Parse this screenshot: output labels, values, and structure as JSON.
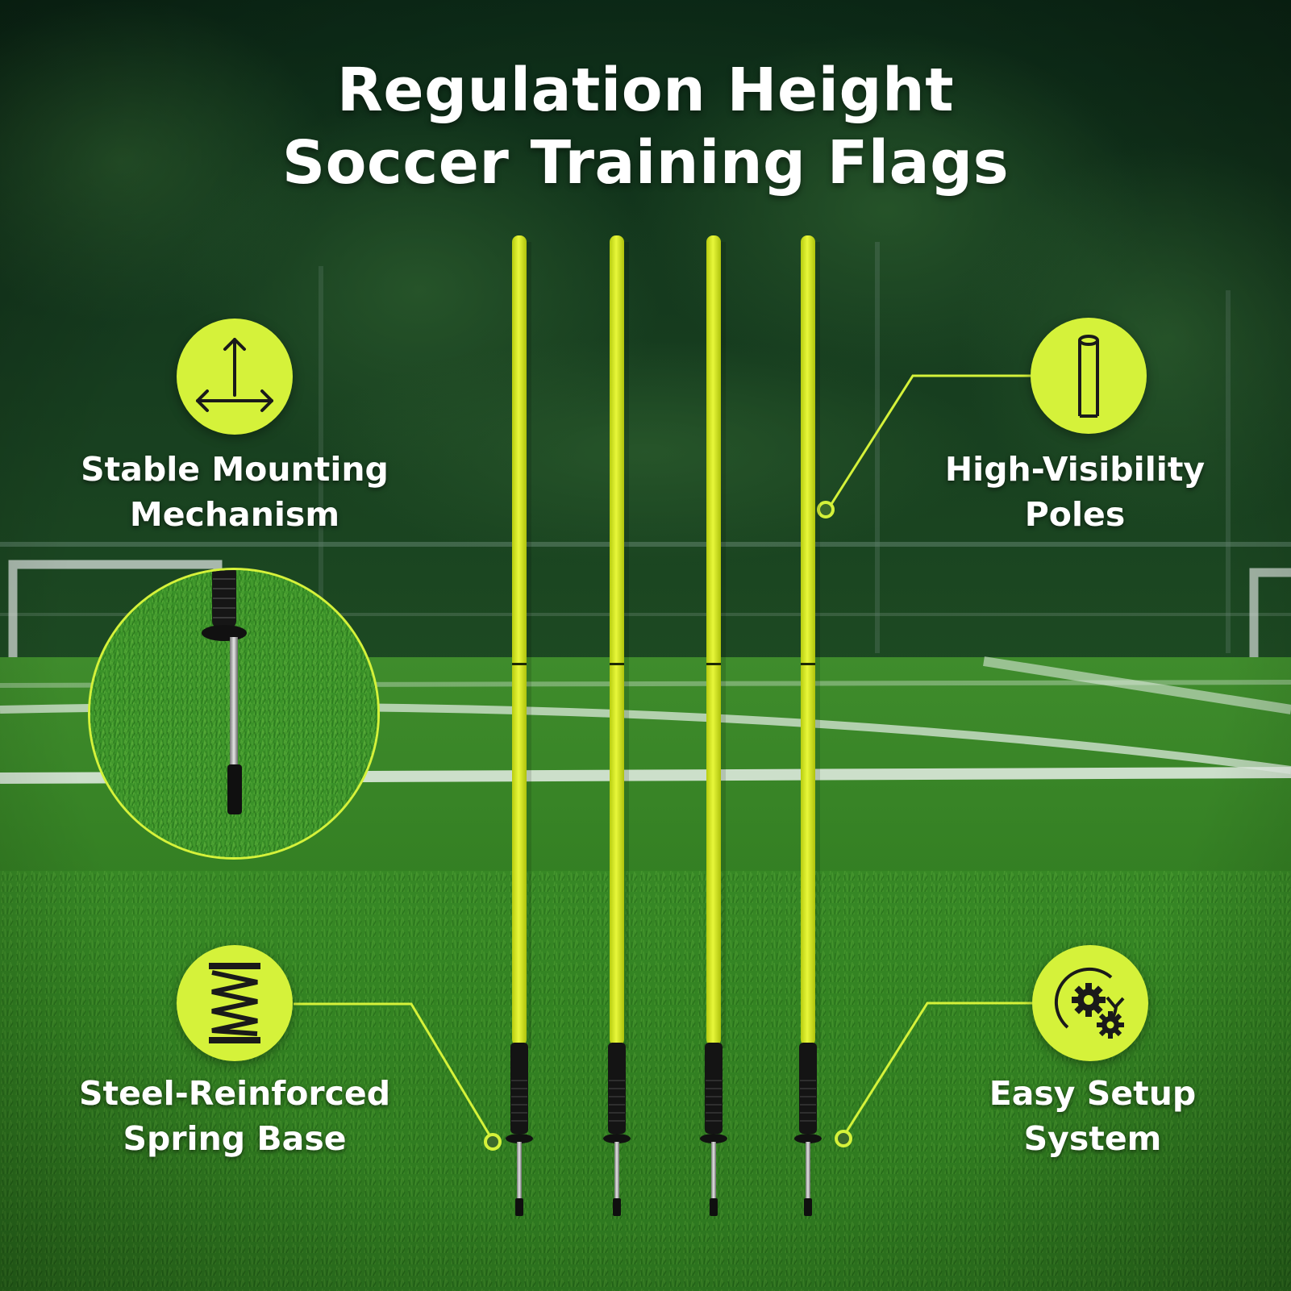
{
  "title": {
    "line1": "Regulation Height",
    "line2": "Soccer Training Flags"
  },
  "features": [
    {
      "icon": "axis-arrows-icon",
      "line1": "Stable Mounting",
      "line2": "Mechanism"
    },
    {
      "icon": "pole-icon",
      "line1": "High-Visibility",
      "line2": "Poles"
    },
    {
      "icon": "spring-icon",
      "line1": "Steel-Reinforced",
      "line2": "Spring Base"
    },
    {
      "icon": "gears-rotate-icon",
      "line1": "Easy Setup",
      "line2": "System"
    }
  ],
  "colors": {
    "accent": "#d5f23a",
    "pole": "#dcef1e",
    "grass": "#2f7a1f",
    "text": "#ffffff"
  },
  "pole_count": 4
}
